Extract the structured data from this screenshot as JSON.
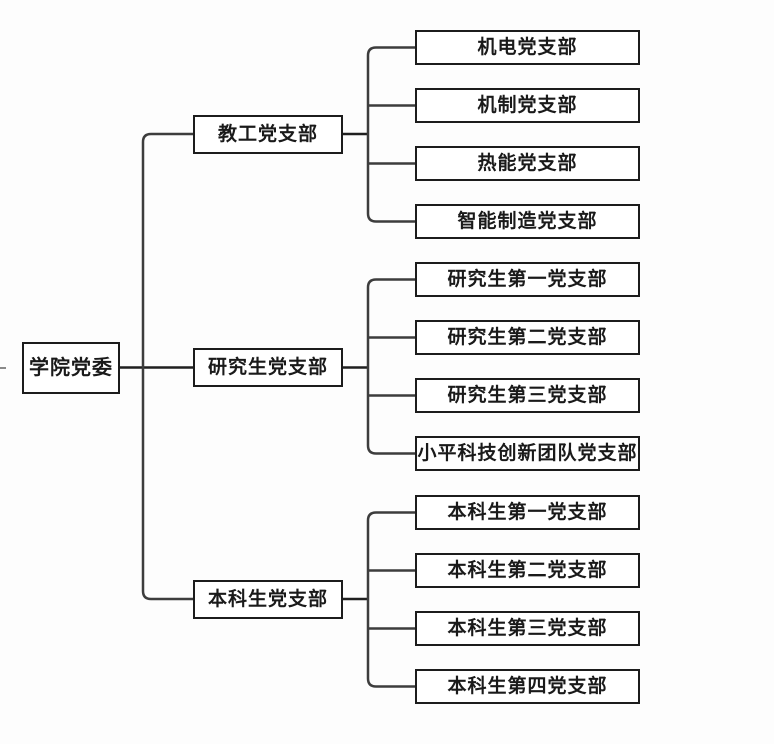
{
  "diagram": {
    "type": "org-chart",
    "root": {
      "label": "学院党委"
    },
    "branches": [
      {
        "label": "教工党支部",
        "children": [
          {
            "label": "机电党支部"
          },
          {
            "label": "机制党支部"
          },
          {
            "label": "热能党支部"
          },
          {
            "label": "智能制造党支部"
          }
        ]
      },
      {
        "label": "研究生党支部",
        "children": [
          {
            "label": "研究生第一党支部"
          },
          {
            "label": "研究生第二党支部"
          },
          {
            "label": "研究生第三党支部"
          },
          {
            "label": "小平科技创新团队党支部"
          }
        ]
      },
      {
        "label": "本科生党支部",
        "children": [
          {
            "label": "本科生第一党支部"
          },
          {
            "label": "本科生第二党支部"
          },
          {
            "label": "本科生第三党支部"
          },
          {
            "label": "本科生第四党支部"
          }
        ]
      }
    ]
  },
  "colors": {
    "background": "#fdfdfd",
    "box_fill": "#ffffff",
    "box_border": "#1c1c1c",
    "connector_line": "#3d3d3d",
    "text": "#1a1a1a"
  }
}
